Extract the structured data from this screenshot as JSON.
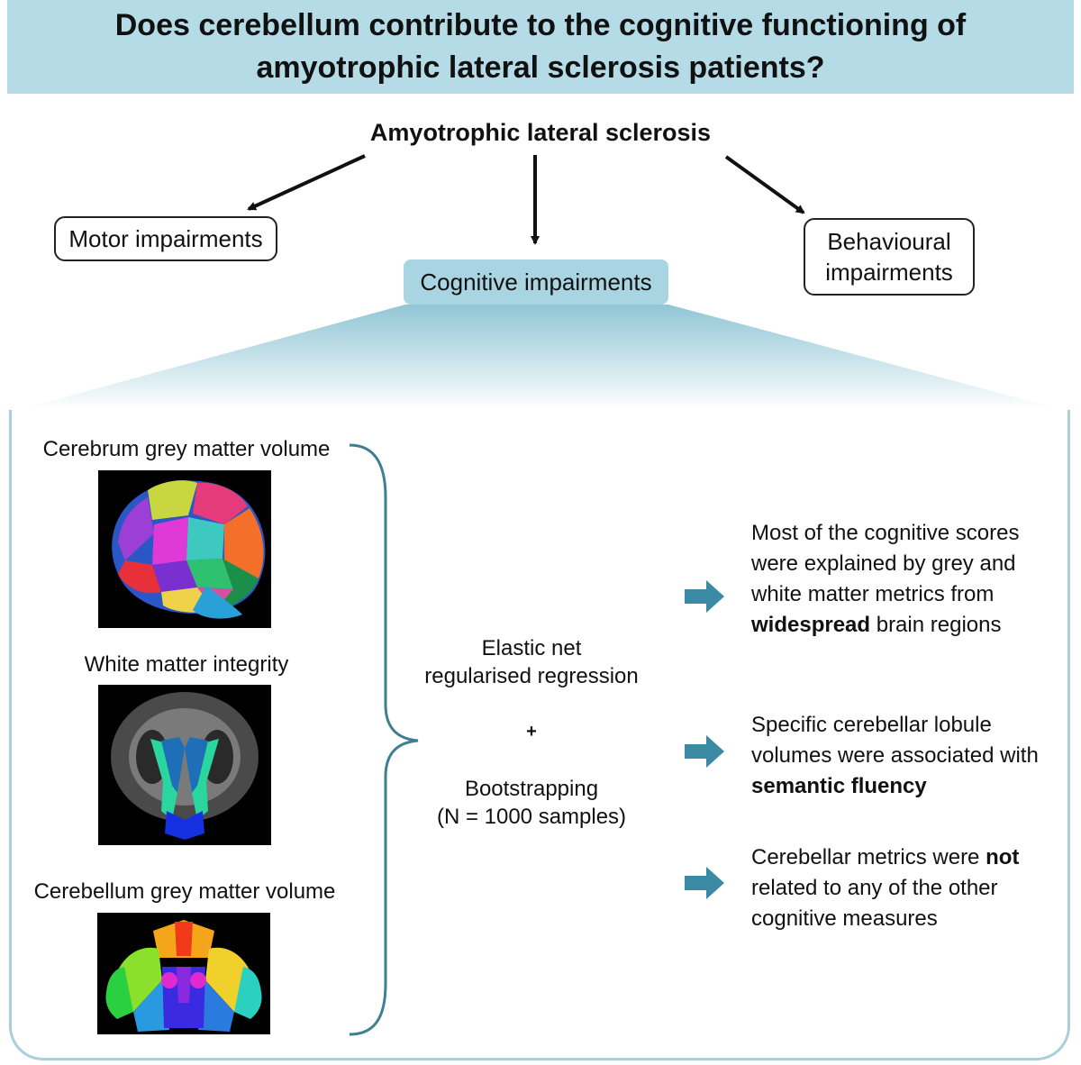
{
  "title": {
    "line1": "Does cerebellum contribute to the cognitive functioning of",
    "line2": "amyotrophic lateral sclerosis patients?"
  },
  "root": "Amyotrophic lateral sclerosis",
  "branches": {
    "motor": "Motor impairments",
    "cognitive": "Cognitive impairments",
    "behavioural_line1": "Behavioural",
    "behavioural_line2": "impairments"
  },
  "inputs": {
    "cerebrum": "Cerebrum grey matter volume",
    "white_matter": "White matter integrity",
    "cerebellum": "Cerebellum grey matter volume"
  },
  "method": {
    "line1": "Elastic net",
    "line2": "regularised regression",
    "plus": "+",
    "line3": "Bootstrapping",
    "line4": "(N = 1000 samples)"
  },
  "findings": {
    "f1_a": "Most of the cognitive scores were explained by grey and white matter metrics from ",
    "f1_bold": "widespread",
    "f1_b": " brain regions",
    "f2_a": "Specific cerebellar lobule volumes were associated with ",
    "f2_bold": "semantic fluency",
    "f3_a": "Cerebellar metrics were ",
    "f3_bold": "not",
    "f3_b": " related to any of the other cognitive measures"
  },
  "colors": {
    "banner": "#b5dce6",
    "cognitive_box": "#a9d5e2",
    "arrow_teal": "#3a8aa3",
    "brace": "#3e7f92"
  }
}
